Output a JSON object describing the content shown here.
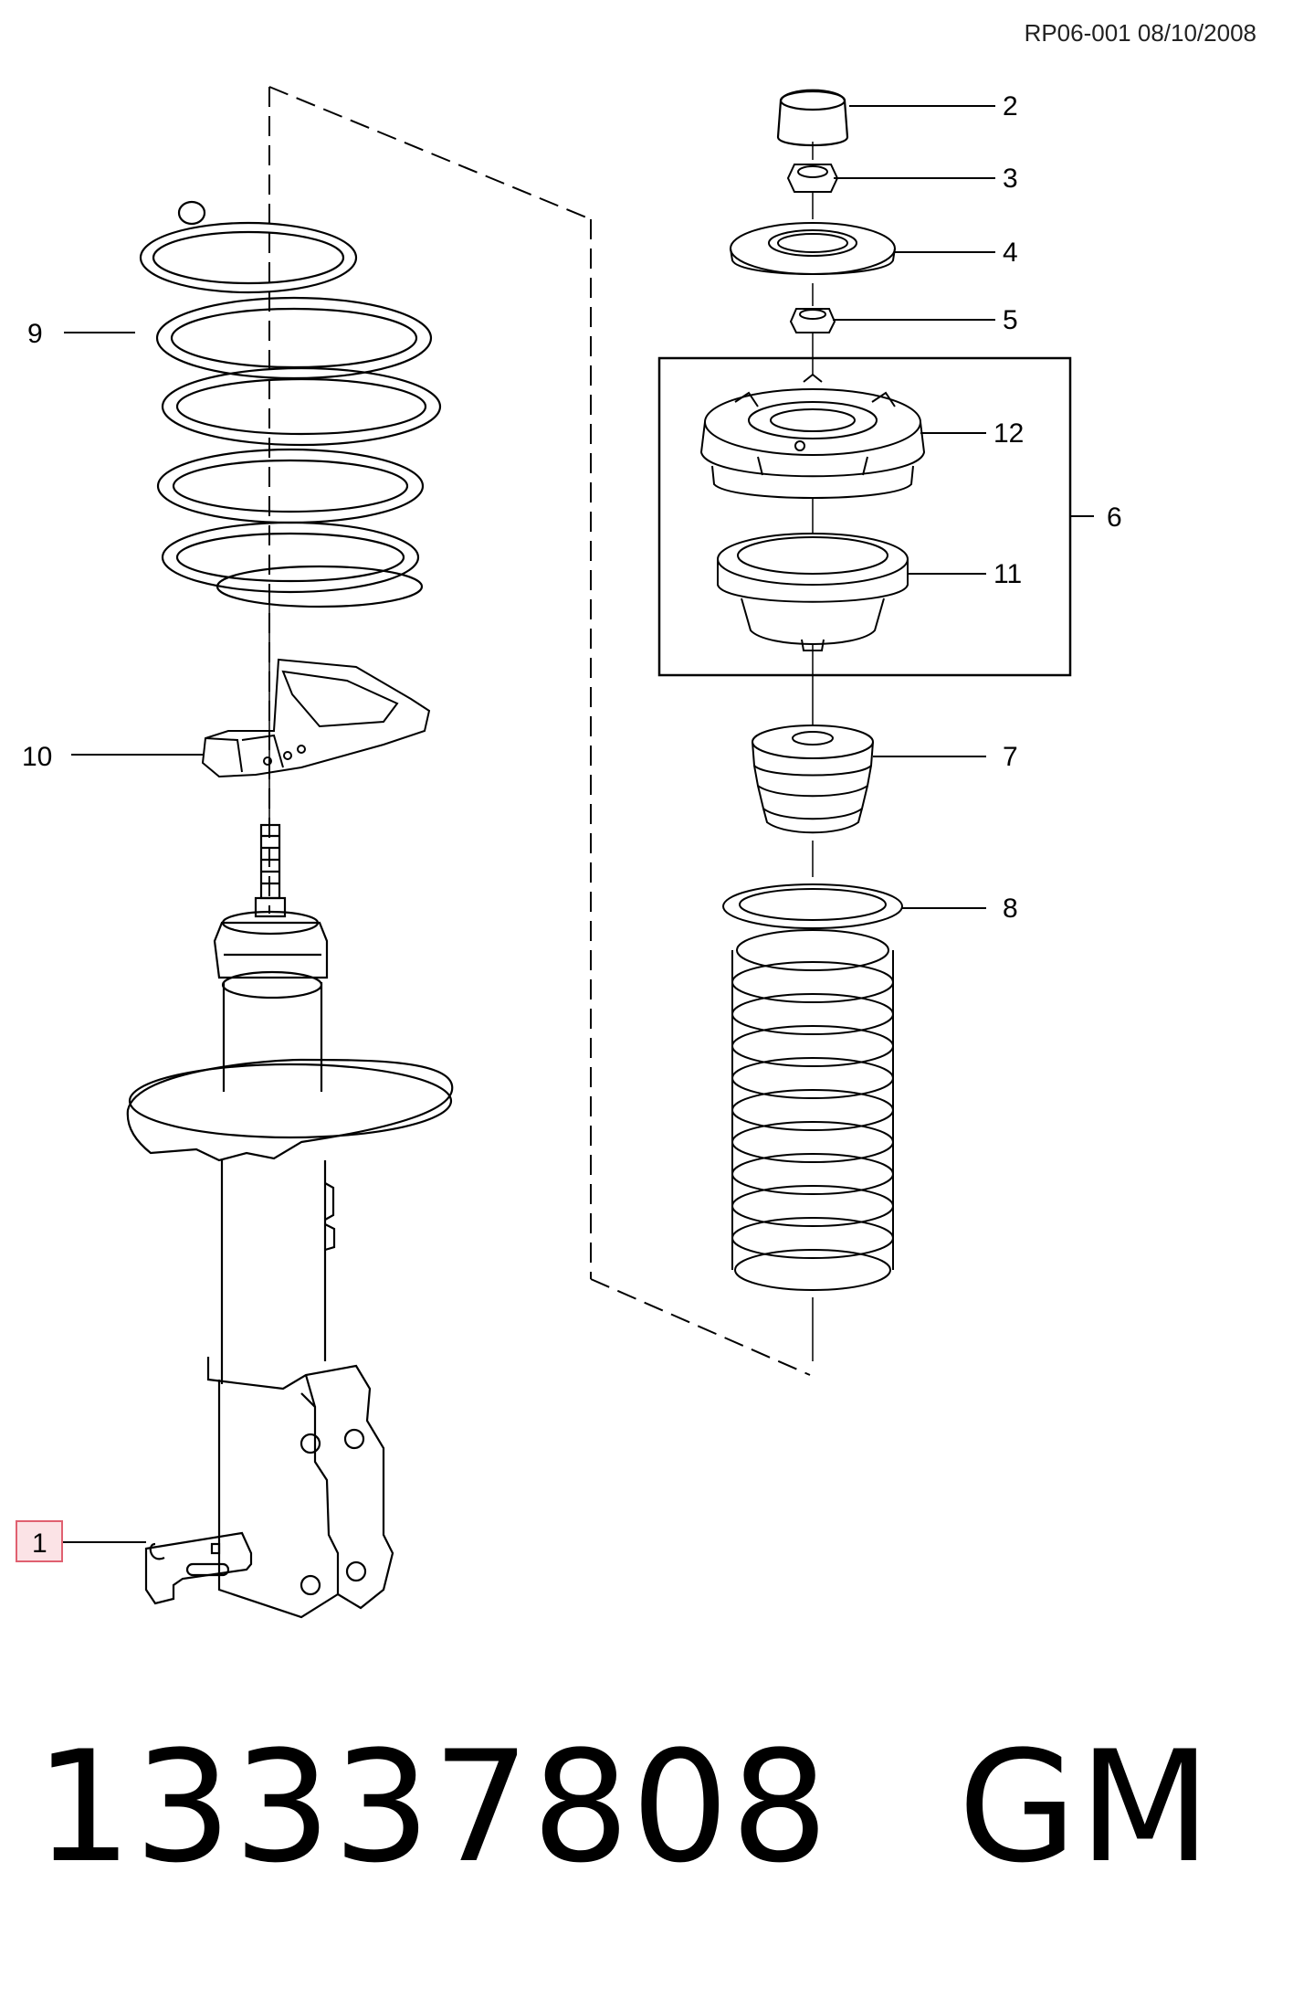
{
  "reference": "RP06-001 08/10/2008",
  "callouts": {
    "c1": "1",
    "c2": "2",
    "c3": "3",
    "c4": "4",
    "c5": "5",
    "c6": "6",
    "c7": "7",
    "c8": "8",
    "c9": "9",
    "c10": "10",
    "c11": "11",
    "c12": "12"
  },
  "caption": {
    "part_number": "13337808",
    "brand": "GM"
  },
  "colors": {
    "highlight_border": "#e06070",
    "highlight_fill": "#fbe3e6",
    "line": "#000000"
  }
}
